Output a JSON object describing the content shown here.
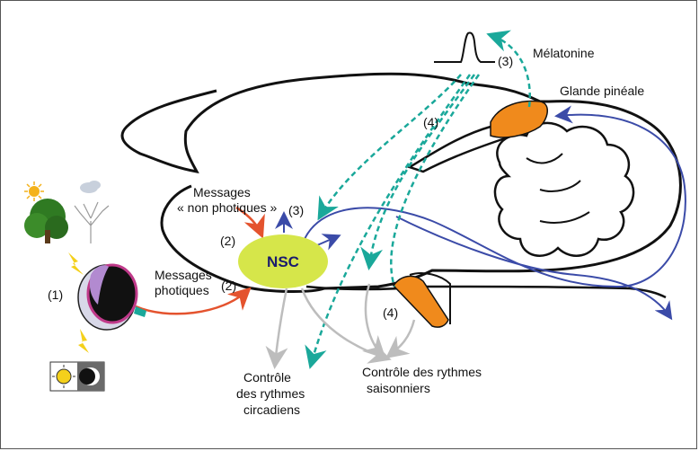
{
  "labels": {
    "melatonine": "Mélatonine",
    "glande_pineale": "Glande pinéale",
    "messages_non_photiques_1": "Messages",
    "messages_non_photiques_2": "« non photiques »",
    "messages_photiques_1": "Messages",
    "messages_photiques_2": "photiques",
    "nsc": "NSC",
    "circadien_1": "Contrôle",
    "circadien_2": "des rythmes",
    "circadien_3": "circadiens",
    "saisonnier_1": "Contrôle des rythmes",
    "saisonnier_2": "saisonniers",
    "n1": "(1)",
    "n2a": "(2)",
    "n2b": "(2)",
    "n3a": "(3)",
    "n3b": "(3)",
    "n4a": "(4)",
    "n4b": "(4)"
  },
  "colors": {
    "brain_outline": "#111111",
    "pathway_blue": "#3b4ba8",
    "melatonin_teal": "#1aa89a",
    "input_red": "#e4532e",
    "output_gray": "#bdbdbd",
    "nsc_fill": "#d6e64a",
    "gland_orange": "#f08a1c"
  }
}
